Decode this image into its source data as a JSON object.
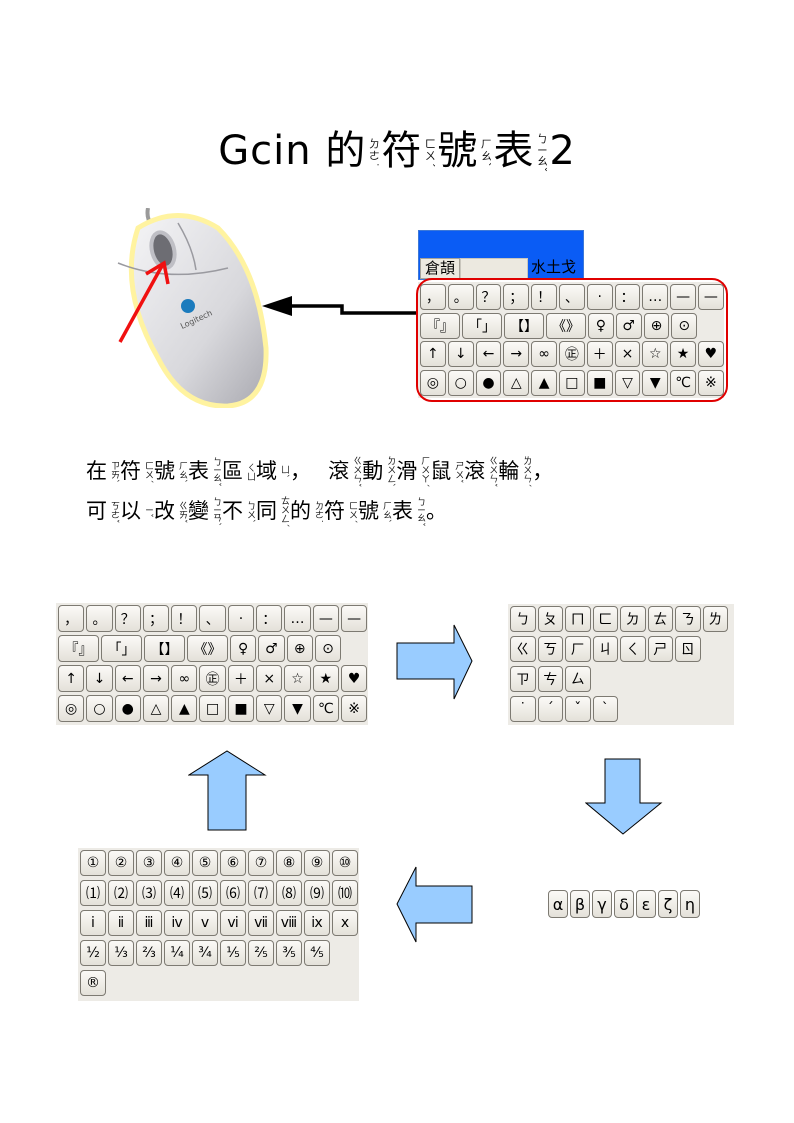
{
  "title": {
    "parts": [
      {
        "text": "Gcin",
        "zy": ""
      },
      {
        "text": "的",
        "zy": "ㄉㄜ˙"
      },
      {
        "text": "符",
        "zy": "ㄈㄨˊ"
      },
      {
        "text": "號",
        "zy": "ㄏㄠˋ"
      },
      {
        "text": "表",
        "zy": "ㄅㄧㄠˇ"
      },
      {
        "text": "2",
        "zy": ""
      }
    ]
  },
  "ime_window": {
    "mode_button": "倉頡",
    "input_value": "",
    "key_hint": "水土戈"
  },
  "description": {
    "line1": [
      {
        "text": "在",
        "zy": "ㄗㄞˋ"
      },
      {
        "text": "符",
        "zy": "ㄈㄨˊ"
      },
      {
        "text": "號",
        "zy": "ㄏㄠˋ"
      },
      {
        "text": "表",
        "zy": "ㄅㄧㄠˇ"
      },
      {
        "text": "區",
        "zy": "ㄑㄩ"
      },
      {
        "text": "域",
        "zy": "ㄩˋ"
      },
      {
        "text": "，　",
        "zy": ""
      },
      {
        "text": "滾",
        "zy": "ㄍㄨㄣˇ"
      },
      {
        "text": "動",
        "zy": "ㄉㄨㄥˋ"
      },
      {
        "text": "滑",
        "zy": "ㄏㄨㄚˊ"
      },
      {
        "text": "鼠",
        "zy": "ㄕㄨˇ"
      },
      {
        "text": "滾",
        "zy": "ㄍㄨㄣˇ"
      },
      {
        "text": "輪",
        "zy": "ㄌㄨㄣˊ"
      },
      {
        "text": "，",
        "zy": ""
      }
    ],
    "line2": [
      {
        "text": "可",
        "zy": "ㄎㄜˇ"
      },
      {
        "text": "以",
        "zy": "ㄧˇ"
      },
      {
        "text": "改",
        "zy": "ㄍㄞˇ"
      },
      {
        "text": "變",
        "zy": "ㄅㄧㄢˋ"
      },
      {
        "text": "不",
        "zy": "ㄅㄨˋ"
      },
      {
        "text": "同",
        "zy": "ㄊㄨㄥˊ"
      },
      {
        "text": "的",
        "zy": "ㄉㄜ˙"
      },
      {
        "text": "符",
        "zy": "ㄈㄨˊ"
      },
      {
        "text": "號",
        "zy": "ㄏㄠˋ"
      },
      {
        "text": "表",
        "zy": "ㄅㄧㄠˇ"
      },
      {
        "text": "。",
        "zy": ""
      }
    ]
  },
  "symbol_tables": {
    "punctuation": [
      [
        "，",
        "。",
        "？",
        "；",
        "！",
        "、",
        "·",
        "：",
        "…",
        "—",
        "—"
      ],
      [
        "『』",
        "「」",
        "【】",
        "《》",
        "♀",
        "♂",
        "⊕",
        "⊙"
      ],
      [
        "↑",
        "↓",
        "←",
        "→",
        "∞",
        "㊣",
        "＋",
        "×",
        "☆",
        "★",
        "♥"
      ],
      [
        "◎",
        "○",
        "●",
        "△",
        "▲",
        "□",
        "■",
        "▽",
        "▼",
        "℃",
        "※"
      ]
    ],
    "bopomofo": [
      [
        "ㄅ",
        "ㄆ",
        "ㄇ",
        "ㄈ",
        "ㄉ",
        "ㄊ",
        "ㄋ",
        "ㄌ"
      ],
      [
        "ㄍ",
        "ㄎ",
        "ㄏ",
        "ㄐ",
        "ㄑ",
        "ㄕ",
        "ㄖ"
      ],
      [
        "ㄗ",
        "ㄘ",
        "ㄙ"
      ],
      [
        "˙",
        "ˊ",
        "ˇ",
        "ˋ"
      ]
    ],
    "greek": [
      [
        "α",
        "β",
        "γ",
        "δ",
        "ε",
        "ζ",
        "η"
      ]
    ],
    "numbers": [
      [
        "①",
        "②",
        "③",
        "④",
        "⑤",
        "⑥",
        "⑦",
        "⑧",
        "⑨",
        "⑩"
      ],
      [
        "⑴",
        "⑵",
        "⑶",
        "⑷",
        "⑸",
        "⑹",
        "⑺",
        "⑻",
        "⑼",
        "⑽"
      ],
      [
        "ⅰ",
        "ⅱ",
        "ⅲ",
        "ⅳ",
        "ⅴ",
        "ⅵ",
        "ⅶ",
        "ⅷ",
        "ⅸ",
        "ⅹ"
      ],
      [
        "½",
        "⅓",
        "⅔",
        "¼",
        "¾",
        "⅕",
        "⅖",
        "⅗",
        "⅘"
      ],
      [
        "®"
      ]
    ]
  },
  "colors": {
    "ime_blue": "#0a5cf5",
    "highlight_red": "#e00000",
    "arrow_fill": "#99ccff",
    "panel_bg": "#edebe6"
  },
  "mouse_image": {
    "brand": "Logitech"
  }
}
